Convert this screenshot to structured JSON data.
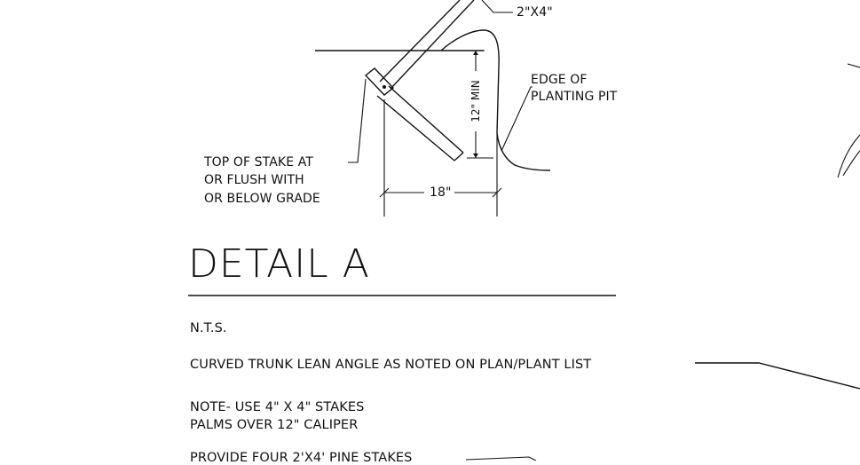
{
  "detail": {
    "stake_label": "2\"X4\"",
    "edge_label_line1": "EDGE OF",
    "edge_label_line2": "PLANTING PIT",
    "depth_dimension": "12\" MIN",
    "width_dimension": "18\"",
    "stake_top_line1": "TOP OF STAKE AT",
    "stake_top_line2": "OR FLUSH WITH",
    "stake_top_line3": "OR BELOW GRADE"
  },
  "title": {
    "heading": "DETAIL A",
    "scale": "N.T.S."
  },
  "notes": {
    "curved_trunk": "CURVED TRUNK LEAN ANGLE AS NOTED ON PLAN/PLANT LIST",
    "stakes_line1": "NOTE- USE 4\" X 4\" STAKES",
    "stakes_line2": "PALMS OVER 12\" CALIPER",
    "pine_stakes": "PROVIDE FOUR 2'X4' PINE STAKES"
  },
  "colors": {
    "ink": "#111111",
    "paper": "#ffffff"
  }
}
